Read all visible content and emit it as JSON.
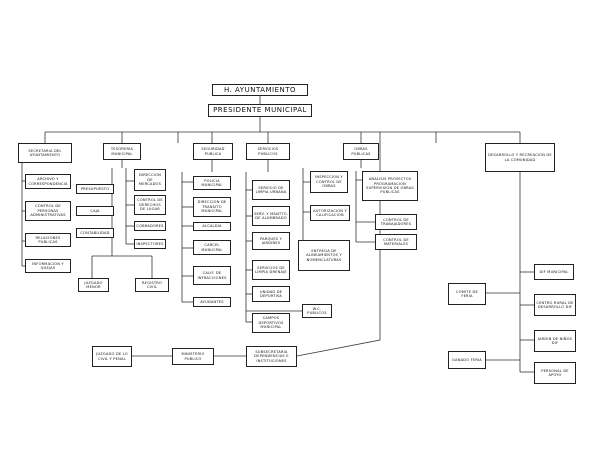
{
  "org": {
    "ayuntamiento": "H. AYUNTAMIENTO",
    "presidente": "PRESIDENTE MUNICIPAL",
    "secretaria": "SECRETARIA DEL AYUNTAMIENTO",
    "archivo": "ARCHIVO Y CORRESPONDENCIA",
    "control_personas": "CONTROL DE PERSONAS ADMINISTRATIVAS",
    "relaciones": "RELACIONES PUBLICAS",
    "informacion": "INFORMACION Y QUEJAS",
    "tesoreria": "TESORERIA MUNICIPAL",
    "presupuesto": "PRESUPUESTO",
    "caja": "CAJA",
    "contabilidad": "CONTABILIDAD",
    "dir_mercados": "DIRECCION DE MERCADOS",
    "control_derechos": "CONTROL DE DERECHOS DE LUGAR",
    "cobradores": "COBRADORES",
    "inspectores": "INSPECTORES",
    "juzgado_menor": "JUZGADO MENOR",
    "registro_civil": "REGISTRO CIVIL",
    "seguridad": "SEGURIDAD PUBLICA",
    "policia": "POLICIA MUNICIPAL",
    "transito": "DIRECCION DE TRANSITO MUNICIPAL",
    "alcaldia": "ALCALDIA",
    "carcel": "CARCEL MUNICIPAL",
    "calif": "CALIF. DE INFRACCIONES",
    "ayudantes": "AYUDANTES",
    "servicios": "SERVICIOS PUBLICOS",
    "limpia_urbana": "SERVICIO DE LIMPIA URBANA",
    "alumbrado": "SERV. Y MANTTO. DE ALUMBRADO",
    "parques": "PARQUES Y JARDINES",
    "limpia_drenaje": "SERVICIOS DE LIMPIA DRENAJE",
    "deportiva": "UNIDAD DE DEPORTIVA",
    "wc": "W.C. PUBLICOS",
    "campos": "CAMPOS DEPORTIVOS MUNICIPAL",
    "obras": "OBRAS PUBLICAS",
    "inspeccion_obras": "INSPECCION Y CONTROL DE OBRAS",
    "analisis": "ANALISIS PROYECTOS PROGRAMACION SUPERVISION DE OBRAS PUBLICAS",
    "autorizacion": "AUTORIZACION Y CALIFICACION",
    "trabajadores": "CONTROL DE TRABAJADORES",
    "materiales": "CONTROL DE MATERIALES",
    "entrega": "ENTREGA DE ALINEAMIENTOS Y NOMENCLATURAS",
    "desarrollo": "DESARROLLO Y RECREACION DE LA COMUNIDAD",
    "comite_feria": "COMITE DE FERIA",
    "dif_municipal": "DIF MUNICIPAL",
    "centro_rural": "CENTRO RURAL DE DESARROLLO DIF",
    "jardin": "JARDIN DE NIÑOS DIF",
    "personal": "PERSONAL DE APOYO",
    "juzgado_civil": "JUZGADO DE LO CIVIL Y PENAL",
    "ministerio": "MINISTERIO PUBLICO",
    "subsecretaria": "SUBSECRETARIA DEPENDENCIAS E INSTITUCIONES",
    "ganado_feria": "GANADO FERIA"
  }
}
